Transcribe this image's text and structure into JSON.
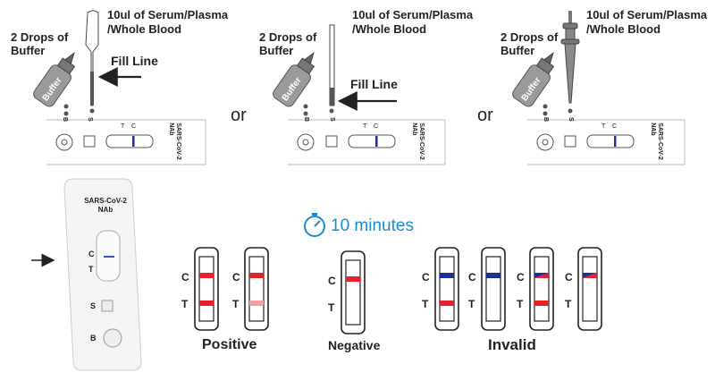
{
  "panels": [
    {
      "buffer_label": "2 Drops of\nBuffer",
      "sample_label": "10ul of Serum/Plasma\n/Whole Blood",
      "fill_line_label": "Fill Line",
      "bottle_text": "Buffer",
      "cassette_text": "SARS-CoV-2\nNAb",
      "well_b": "B",
      "well_s": "S",
      "ct": [
        "T",
        "C"
      ]
    },
    {
      "buffer_label": "2 Drops of\nBuffer",
      "sample_label": "10ul of Serum/Plasma\n/Whole Blood",
      "fill_line_label": "Fill Line",
      "bottle_text": "Buffer",
      "cassette_text": "SARS-CoV-2\nNAb",
      "well_b": "B",
      "well_s": "S",
      "ct": [
        "T",
        "C"
      ]
    },
    {
      "buffer_label": "2 Drops of\nBuffer",
      "sample_label": "10ul of Serum/Plasma\n/Whole Blood",
      "fill_line_label": "",
      "bottle_text": "Buffer",
      "cassette_text": "SARS-CoV-2\nNAb",
      "well_b": "B",
      "well_s": "S",
      "ct": [
        "T",
        "C"
      ]
    }
  ],
  "or_labels": [
    "or",
    "or"
  ],
  "big_cassette": {
    "title": "SARS-CoV-2\nNAb",
    "c": "C",
    "t": "T",
    "s": "S",
    "b": "B"
  },
  "timer": {
    "label": "10 minutes",
    "icon": "stopwatch-icon",
    "color": "#1a8ccc"
  },
  "results": {
    "positive_label": "Positive",
    "negative_label": "Negative",
    "invalid_label": "Invalid",
    "c_label": "C",
    "t_label": "T",
    "colors": {
      "red": "#e8202a",
      "light_red": "#f2a0a8",
      "blue": "#1f2f99"
    }
  }
}
